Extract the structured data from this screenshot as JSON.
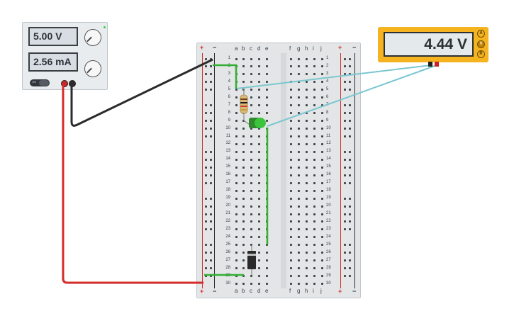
{
  "power_supply": {
    "voltage_display": "5.00 V",
    "current_display": "2.56 mA",
    "switch_label": "ON"
  },
  "multimeter": {
    "display": "4.44 V",
    "modes": [
      "A",
      "V",
      "R"
    ],
    "active_mode": "V"
  },
  "breadboard": {
    "columns_left": [
      "a",
      "b",
      "c",
      "d",
      "e"
    ],
    "columns_right": [
      "f",
      "g",
      "h",
      "i",
      "j"
    ],
    "rows": 30,
    "plus_sign": "+",
    "minus_sign": "−"
  },
  "colors": {
    "positive_wire": "#d42b2b",
    "negative_wire": "#2b2b2b",
    "jumper_wire": "#33b033",
    "probe_wire": "#7ac7d0",
    "led": "#3cc43c",
    "multimeter_body": "#f4b31f"
  }
}
